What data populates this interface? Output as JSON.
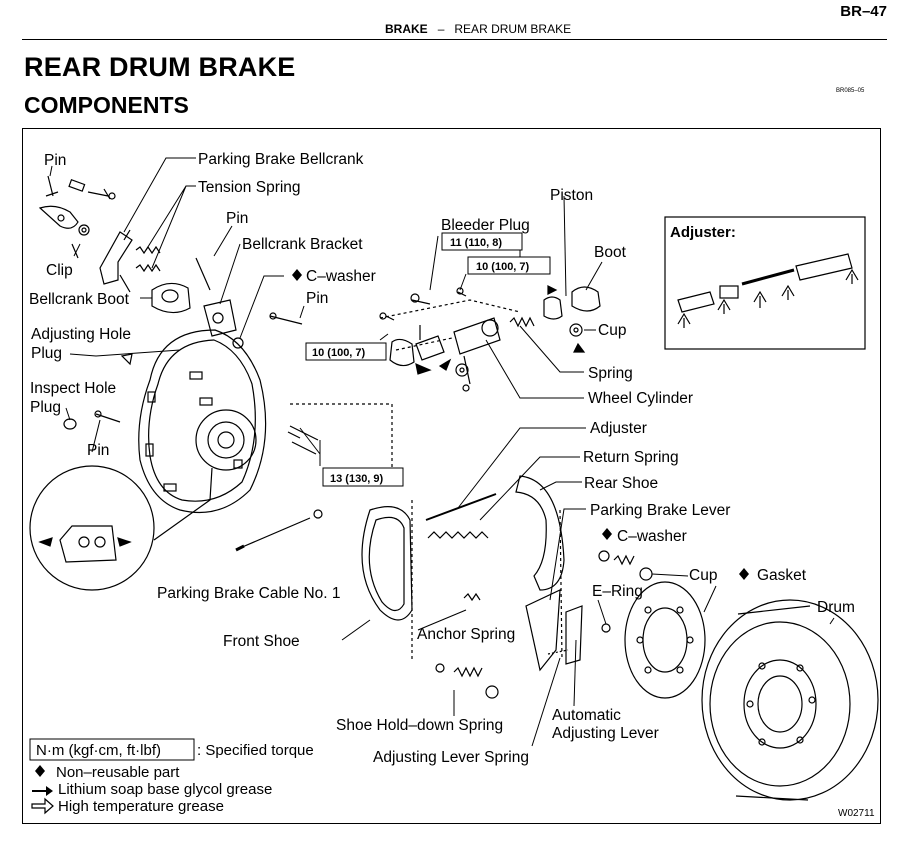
{
  "header": {
    "page_number": "BR–47",
    "section": "BRAKE",
    "separator": "–",
    "subsection": "REAR DRUM BRAKE"
  },
  "title": "REAR DRUM BRAKE",
  "subtitle": "COMPONENTS",
  "ref_code": "BR085–05",
  "figure_code": "W02711",
  "parts": {
    "pin_top": "Pin",
    "parking_brake_bellcrank": "Parking Brake Bellcrank",
    "tension_spring": "Tension Spring",
    "pin_mid": "Pin",
    "bellcrank_bracket": "Bellcrank Bracket",
    "clip": "Clip",
    "c_washer_top": "C–washer",
    "bellcrank_boot": "Bellcrank Boot",
    "pin_right": "Pin",
    "adjusting_hole_plug_1": "Adjusting Hole",
    "adjusting_hole_plug_2": "Plug",
    "inspect_hole_plug_1": "Inspect Hole",
    "inspect_hole_plug_2": "Plug",
    "pin_bottom": "Pin",
    "bleeder_plug": "Bleeder Plug",
    "piston": "Piston",
    "boot": "Boot",
    "cup_top": "Cup",
    "spring": "Spring",
    "wheel_cylinder": "Wheel Cylinder",
    "adjuster": "Adjuster",
    "return_spring": "Return Spring",
    "rear_shoe": "Rear Shoe",
    "parking_brake_lever": "Parking Brake Lever",
    "c_washer_bottom": "C–washer",
    "cup_bottom": "Cup",
    "gasket": "Gasket",
    "e_ring": "E–Ring",
    "drum": "Drum",
    "parking_brake_cable": "Parking Brake Cable No. 1",
    "front_shoe": "Front Shoe",
    "anchor_spring": "Anchor Spring",
    "automatic_adjusting_lever_1": "Automatic",
    "automatic_adjusting_lever_2": "Adjusting Lever",
    "shoe_hold_down_spring": "Shoe Hold–down Spring",
    "adjusting_lever_spring": "Adjusting Lever Spring"
  },
  "torques": {
    "bleeder_plug": "11 (110, 8)",
    "small_fitting": "10 (100, 7)",
    "cylinder_union": "10 (100, 7)",
    "cylinder_bolts": "13 (130, 9)"
  },
  "inset": {
    "title": "Adjuster:"
  },
  "legend": {
    "torque_units": "N·m (kgf·cm, ft·lbf)",
    "torque_desc": ": Specified torque",
    "non_reusable": "Non–reusable part",
    "lithium_grease": "Lithium soap base glycol grease",
    "high_temp_grease": "High temperature grease"
  },
  "colors": {
    "ink": "#000000",
    "paper": "#ffffff"
  }
}
